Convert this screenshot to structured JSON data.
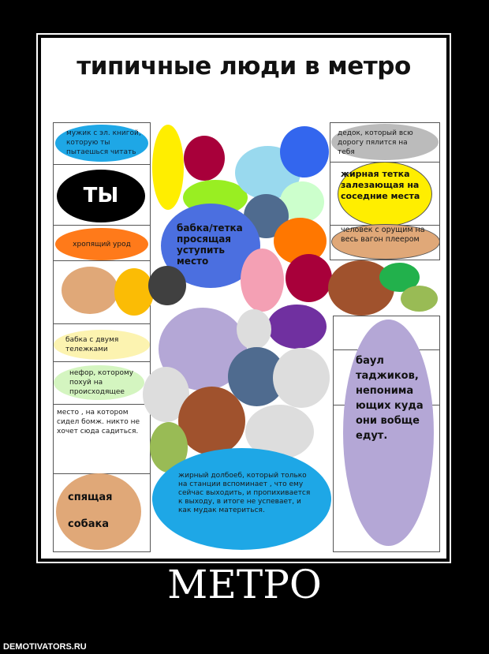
{
  "title": "типичные люди в метро",
  "caption": "МЕТРО",
  "site": "DEMOTIVATORS.RU",
  "labels": {
    "ebook_guy": "мужик с эл. книгой, которую ты пытаешься читать",
    "you": "ТЫ",
    "snoring": "хропящий урод",
    "old_man": "дедок, который всю дорогу пялится на тебя",
    "fat_woman": "жирная тетка залезающая на соседние места",
    "loud_player": "человек с орущим на весь вагон плеером",
    "granny_seat": "бабка/тетка просящая уступить место",
    "granny_carts": "бабка с двумя тележками",
    "nefor": "нефор, которому похуй на происходящее",
    "homeless_seat": "место , на котором сидел бомж. никто не хочет сюда садиться.",
    "late_exit": "жирный долбоеб, который только на станции вспоминает , что ему сейчас выходить, и пропихивается к выходу, в итоге не успевает, и как мудак материться.",
    "sleeping_dog_1": "спящая",
    "sleeping_dog_2": "собака",
    "bags": "баул таджиков, непонима ющих куда они вобще едут."
  }
}
